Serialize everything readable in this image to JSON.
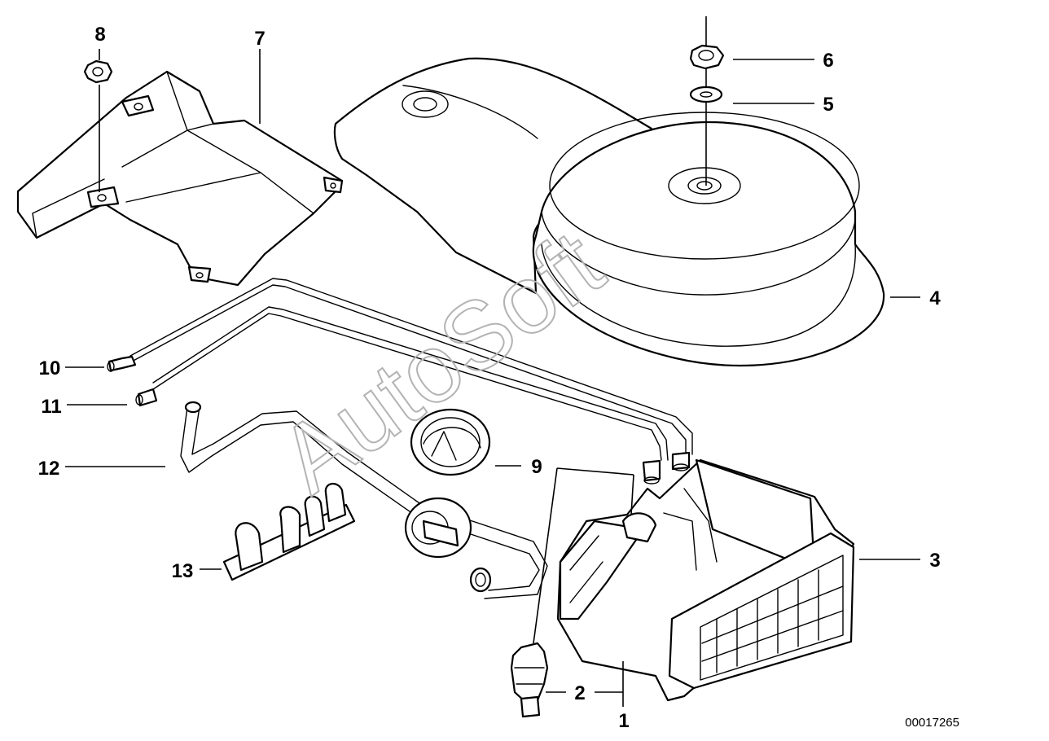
{
  "diagram": {
    "callouts": [
      {
        "id": "c1",
        "label": "1"
      },
      {
        "id": "c2",
        "label": "2"
      },
      {
        "id": "c3",
        "label": "3"
      },
      {
        "id": "c4",
        "label": "4"
      },
      {
        "id": "c5",
        "label": "5"
      },
      {
        "id": "c6",
        "label": "6"
      },
      {
        "id": "c7",
        "label": "7"
      },
      {
        "id": "c8",
        "label": "8"
      },
      {
        "id": "c9",
        "label": "9"
      },
      {
        "id": "c10",
        "label": "10"
      },
      {
        "id": "c11",
        "label": "11"
      },
      {
        "id": "c12",
        "label": "12"
      },
      {
        "id": "c13",
        "label": "13"
      }
    ],
    "watermark": "AutoSoft",
    "reference_number": "00017265"
  }
}
